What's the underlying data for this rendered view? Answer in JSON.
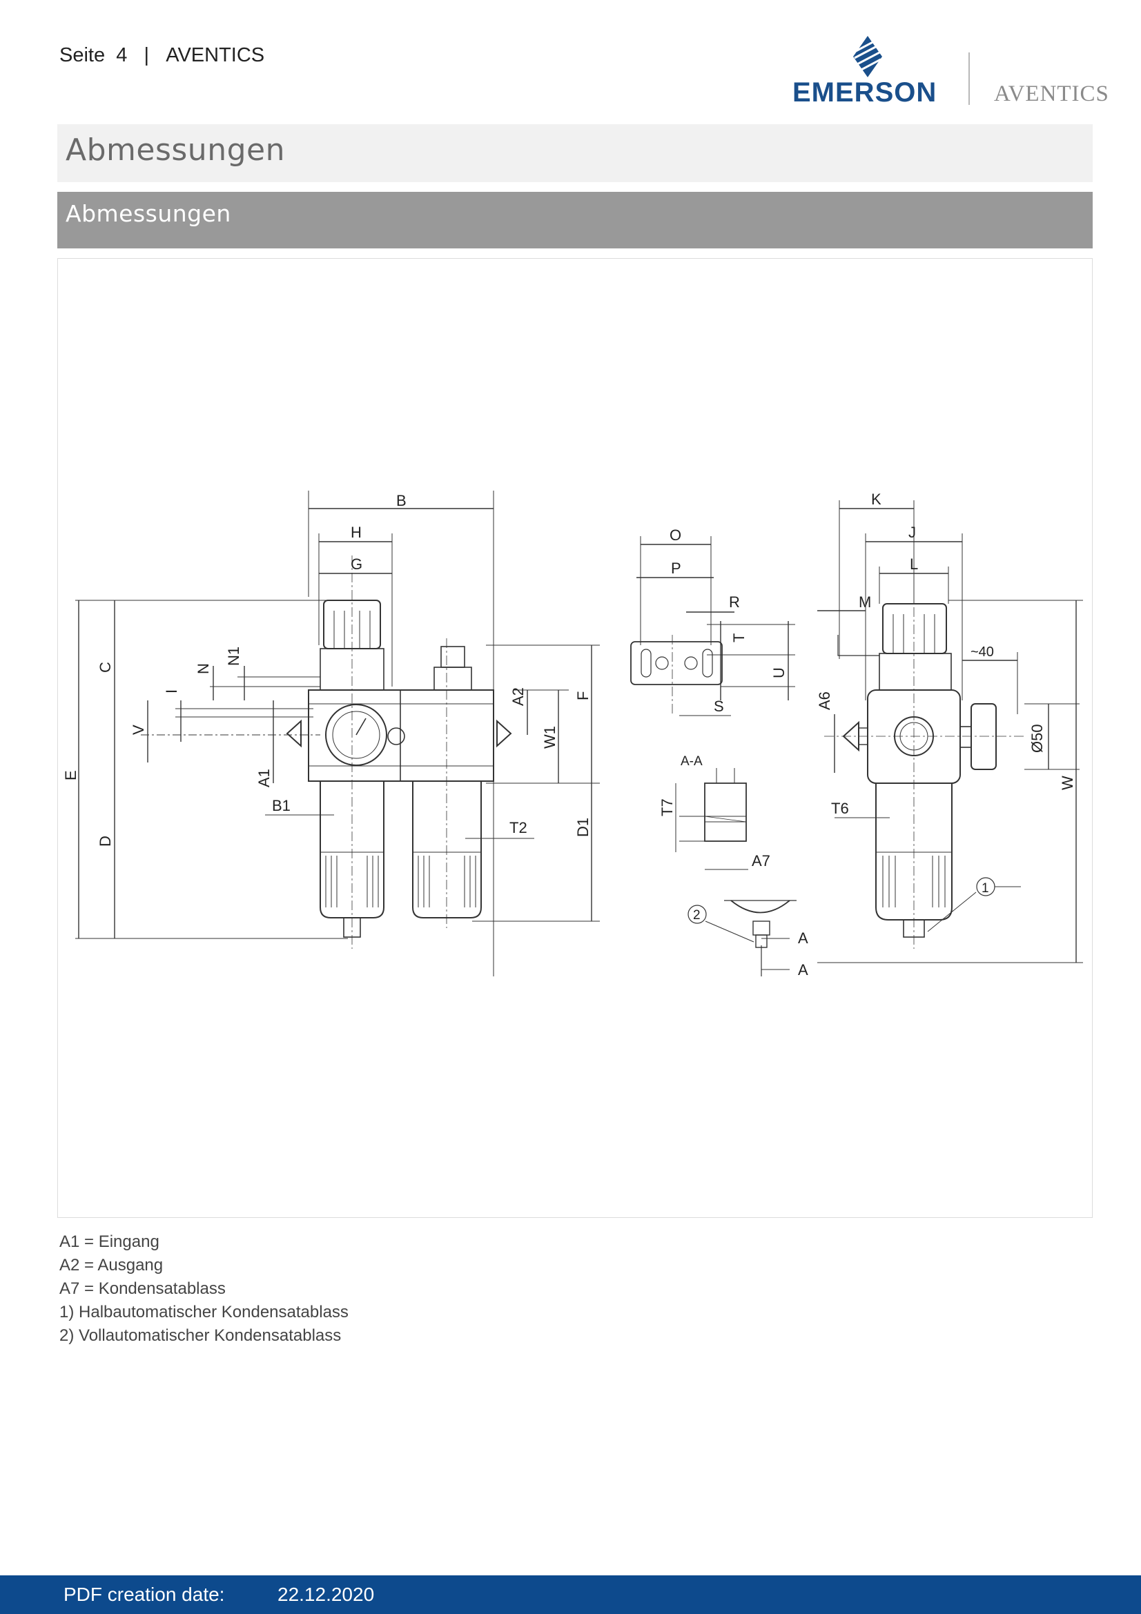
{
  "header": {
    "page_label": "Seite",
    "page_number": "4",
    "separator": "|",
    "brand": "AVENTICS",
    "logo_emerson": "EMERSON",
    "logo_aventics": "AVENTICS"
  },
  "section_title": "Abmessungen",
  "subsection_title": "Abmessungen",
  "drawing": {
    "left_view_labels": [
      "B",
      "H",
      "G",
      "N1",
      "N",
      "I",
      "V",
      "C",
      "E",
      "D",
      "A1",
      "B1",
      "A2",
      "F",
      "W1",
      "D1",
      "T2"
    ],
    "bracket_labels": [
      "O",
      "P",
      "R",
      "T",
      "U",
      "S"
    ],
    "section_labels": [
      "A-A",
      "T7",
      "A7",
      "A"
    ],
    "right_view_labels": [
      "K",
      "J",
      "L",
      "M",
      "~40",
      "Ø50",
      "A6",
      "W",
      "T6"
    ],
    "callouts": [
      "1",
      "2"
    ]
  },
  "legend": [
    "A1 = Eingang",
    "A2 = Ausgang",
    "A7 = Kondensatablass",
    "1) Halbautomatischer Kondensatablass",
    "2) Vollautomatischer Kondensatablass"
  ],
  "footer": {
    "label": "PDF creation date:",
    "date": "22.12.2020"
  }
}
